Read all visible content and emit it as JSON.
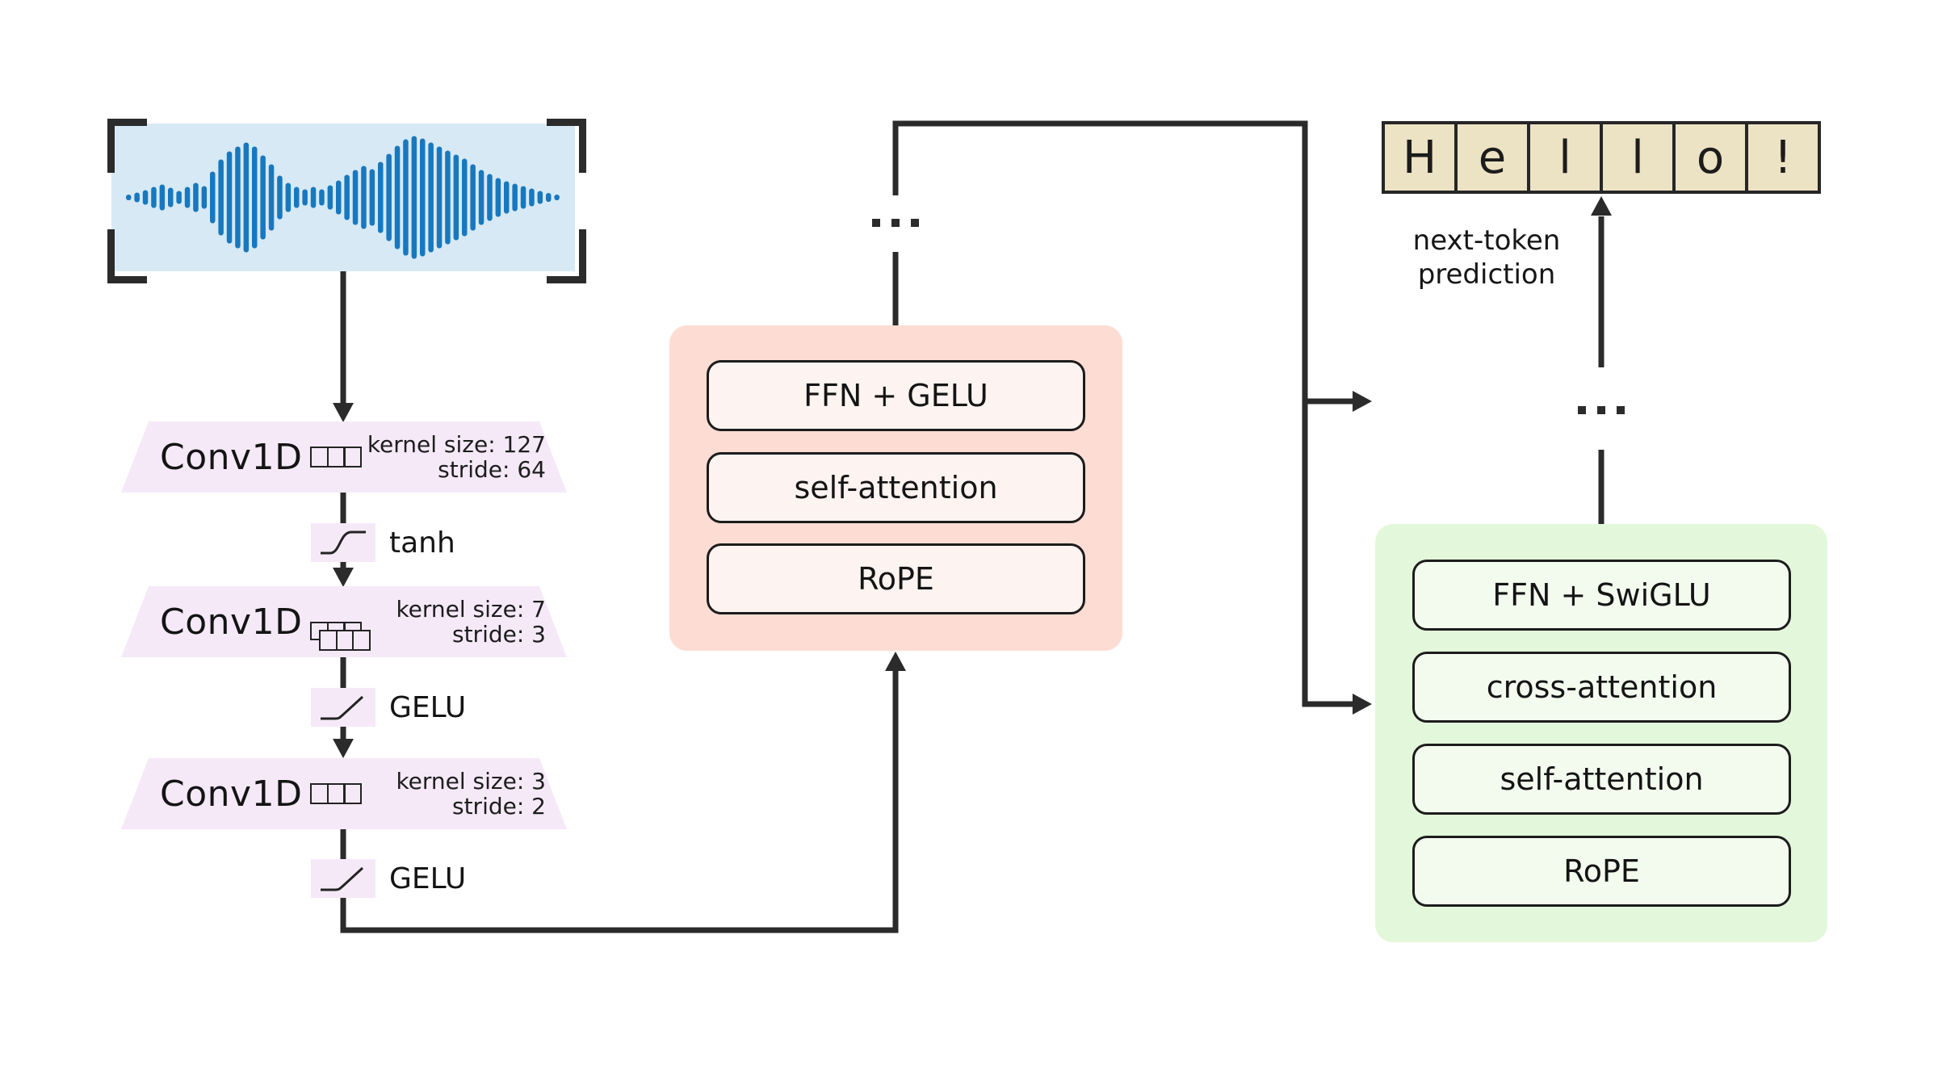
{
  "colors": {
    "line": "#2b2b2b",
    "text": "#1a1a1a",
    "waveform_bg": "#d7e9f4",
    "waveform_bar": "#1878be",
    "lavender": "#f5e9f8",
    "encoder_bg": "#fcdcd3",
    "encoder_cell": "#fdf3f0",
    "decoder_bg": "#e3f8da",
    "decoder_cell": "#f3fbef",
    "token_bg": "#ece2c4"
  },
  "waveform": {
    "icon": "audio-waveform-icon",
    "bar_heights": [
      7,
      12,
      18,
      26,
      32,
      24,
      16,
      26,
      36,
      28,
      64,
      94,
      114,
      126,
      136,
      126,
      104,
      82,
      54,
      36,
      26,
      20,
      26,
      20,
      30,
      42,
      56,
      68,
      78,
      70,
      88,
      108,
      128,
      144,
      152,
      146,
      136,
      126,
      116,
      106,
      96,
      82,
      68,
      58,
      48,
      40,
      34,
      28,
      22,
      16,
      11,
      7
    ]
  },
  "conv_stack": {
    "layers": [
      {
        "label": "Conv1D",
        "kernel_icon": "kernel-3-cells-icon",
        "kernel_info": "kernel size: 127",
        "stride_info": "stride: 64",
        "activation_label": "tanh",
        "activation_icon": "tanh-curve-icon"
      },
      {
        "label": "Conv1D",
        "kernel_icon": "kernel-3-cells-overlap-icon",
        "kernel_info": "kernel size: 7",
        "stride_info": "stride: 3",
        "activation_label": "GELU",
        "activation_icon": "gelu-curve-icon"
      },
      {
        "label": "Conv1D",
        "kernel_icon": "kernel-3-cells-icon",
        "kernel_info": "kernel size: 3",
        "stride_info": "stride: 2",
        "activation_label": "GELU",
        "activation_icon": "gelu-curve-icon"
      }
    ]
  },
  "encoder_block": {
    "layers": [
      "FFN + GELU",
      "self-attention",
      "RoPE"
    ]
  },
  "decoder_block": {
    "layers": [
      "FFN + SwiGLU",
      "cross-attention",
      "self-attention",
      "RoPE"
    ]
  },
  "output": {
    "tokens": [
      "H",
      "e",
      "l",
      "l",
      "o",
      "!"
    ],
    "label": "next-token prediction"
  },
  "ellipsis": "..."
}
